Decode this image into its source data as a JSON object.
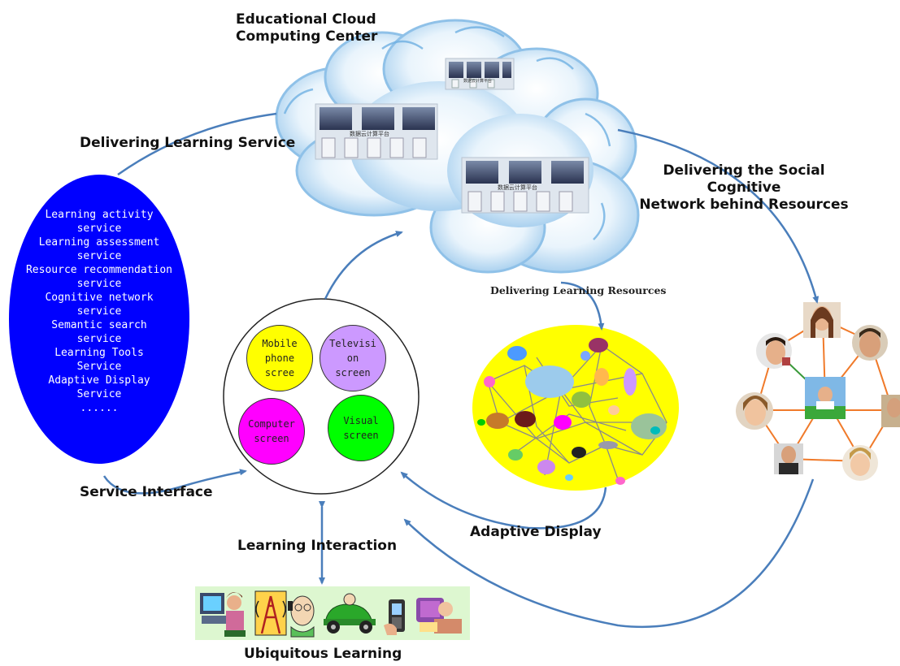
{
  "labels": {
    "cloud_center": "Educational Cloud\nComputing Center",
    "delivering_learning_service": "Delivering Learning Service",
    "delivering_social_network": "Delivering the Social\nCognitive\nNetwork behind Resources",
    "delivering_learning_resources": "Delivering Learning Resources",
    "service_interface": "Service Interface",
    "learning_interaction": "Learning Interaction",
    "adaptive_display": "Adaptive Display",
    "ubiquitous_learning": "Ubiquitous Learning"
  },
  "services": [
    "Learning activity",
    "service",
    "Learning assessment",
    "service",
    "Resource recommendation",
    "service",
    "Cognitive network",
    "service",
    "Semantic search",
    "service",
    "Learning Tools",
    "Service",
    "Adaptive Display",
    "Service",
    "......"
  ],
  "screens": {
    "mobile": "Mobile\nphone\nscree",
    "television": "Televisi\non\nscreen",
    "computer": "Computer\nscreen",
    "visual": "Visual\nscreen"
  },
  "server_caption": "数据云计算平台",
  "colors": {
    "arrow": "#4a7ebb",
    "services_ellipse": "#0000ff",
    "resource_network": "#ffff00",
    "mobile_screen": "#ffff00",
    "television_screen": "#cc99ff",
    "computer_screen": "#ff00ff",
    "visual_screen": "#00ff00",
    "social_links": "#f07a2a",
    "cloud": "#bcdcf3"
  }
}
